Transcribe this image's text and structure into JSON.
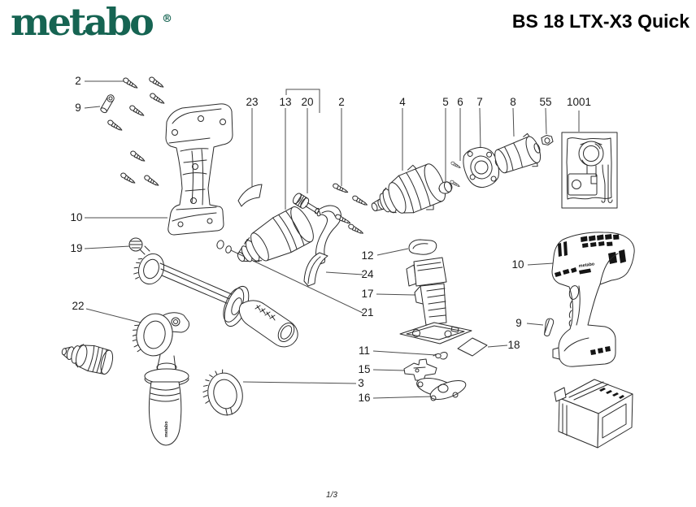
{
  "header": {
    "brand_logo_text": "metabo",
    "registered_mark": "®",
    "product_title": "BS 18 LTX-X3 Quick"
  },
  "footer": {
    "page_indicator": "1/3"
  },
  "colors": {
    "brand_green": "#166452",
    "line": "#2b2b2b",
    "background": "#ffffff"
  },
  "diagram": {
    "type": "exploded-parts-diagram",
    "product": "BS 18 LTX-X3 Quick",
    "grip_brand_text": "metabo",
    "housing_brand_text": "metabo",
    "callouts": [
      {
        "label": "2",
        "part": "screws-left-group"
      },
      {
        "label": "9",
        "part": "pin-left"
      },
      {
        "label": "10",
        "part": "housing-shell-left"
      },
      {
        "label": "19",
        "part": "side-handle-rod"
      },
      {
        "label": "22",
        "part": "side-handle-clamp"
      },
      {
        "label": "23",
        "part": "curved-sticker"
      },
      {
        "label": "13",
        "part": "chuck"
      },
      {
        "label": "20",
        "part": "spindle-knob-belt-hook"
      },
      {
        "label": "2",
        "part": "screws-right-group"
      },
      {
        "label": "4",
        "part": "gearbox"
      },
      {
        "label": "5",
        "part": "cap"
      },
      {
        "label": "6",
        "part": "small-screws"
      },
      {
        "label": "7",
        "part": "bearing-flange"
      },
      {
        "label": "8",
        "part": "motor"
      },
      {
        "label": "55",
        "part": "nut"
      },
      {
        "label": "1001",
        "part": "electronics-module-boxed"
      },
      {
        "label": "12",
        "part": "button-cap"
      },
      {
        "label": "24",
        "part": "curved-shim"
      },
      {
        "label": "17",
        "part": "switch-module"
      },
      {
        "label": "21",
        "part": "o-rings"
      },
      {
        "label": "11",
        "part": "clip"
      },
      {
        "label": "15",
        "part": "bracket"
      },
      {
        "label": "3",
        "part": "clamp-ring"
      },
      {
        "label": "16",
        "part": "cross-bracket"
      },
      {
        "label": "10",
        "part": "housing-shell-right"
      },
      {
        "label": "9",
        "part": "pin-right"
      },
      {
        "label": "18",
        "part": "rhombus-sticker"
      }
    ]
  }
}
